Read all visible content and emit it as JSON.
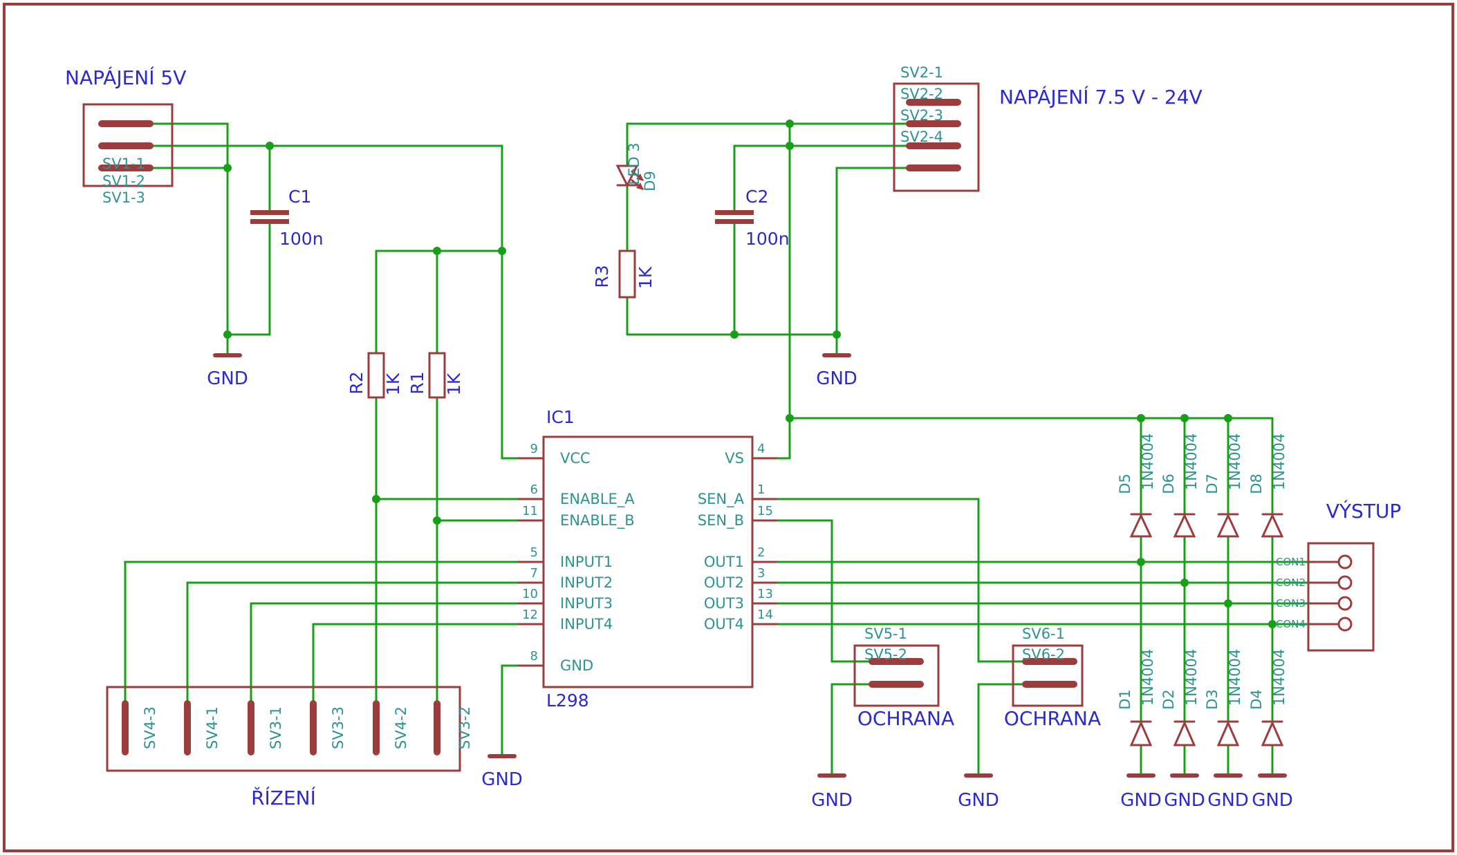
{
  "colors": {
    "symbol_red": "#9d3c3c",
    "wire_green": "#17a017",
    "name_teal": "#2f9292",
    "text_blue": "#2a2ad0",
    "background": "#ffffff"
  },
  "titles": {
    "power_5v": "NAPÁJENÍ 5V",
    "power_24v": "NAPÁJENÍ 7.5 V - 24V",
    "output": "VÝSTUP",
    "control": "ŘÍZENÍ",
    "protection_left": "OCHRANA",
    "protection_right": "OCHRANA"
  },
  "gnd_label": "GND",
  "ic": {
    "name": "IC1",
    "value": "L298",
    "pins_left": [
      {
        "num": "9",
        "name": "VCC"
      },
      {
        "num": "6",
        "name": "ENABLE_A"
      },
      {
        "num": "11",
        "name": "ENABLE_B"
      },
      {
        "num": "5",
        "name": "INPUT1"
      },
      {
        "num": "7",
        "name": "INPUT2"
      },
      {
        "num": "10",
        "name": "INPUT3"
      },
      {
        "num": "12",
        "name": "INPUT4"
      },
      {
        "num": "8",
        "name": "GND"
      }
    ],
    "pins_right": [
      {
        "num": "4",
        "name": "VS"
      },
      {
        "num": "1",
        "name": "SEN_A"
      },
      {
        "num": "15",
        "name": "SEN_B"
      },
      {
        "num": "2",
        "name": "OUT1"
      },
      {
        "num": "3",
        "name": "OUT2"
      },
      {
        "num": "13",
        "name": "OUT3"
      },
      {
        "num": "14",
        "name": "OUT4"
      }
    ]
  },
  "parts": {
    "c1": {
      "name": "C1",
      "value": "100n"
    },
    "c2": {
      "name": "C2",
      "value": "100n"
    },
    "r1": {
      "name": "R1",
      "value": "1K"
    },
    "r2": {
      "name": "R2",
      "value": "1K"
    },
    "r3": {
      "name": "R3",
      "value": "1K"
    },
    "d9": {
      "name": "D9",
      "value": "LED 3"
    }
  },
  "connectors": {
    "sv1_pins": [
      "SV1-1",
      "SV1-2",
      "SV1-3"
    ],
    "sv2_pins": [
      "SV2-1",
      "SV2-2",
      "SV2-3",
      "SV2-4"
    ],
    "sv5_pins": [
      "SV5-1",
      "SV5-2"
    ],
    "sv6_pins": [
      "SV6-1",
      "SV6-2"
    ],
    "control_pins": [
      "SV4-3",
      "SV4-1",
      "SV3-1",
      "SV3-3",
      "SV4-2",
      "SV3-2"
    ],
    "output_pins": [
      "CON1",
      "CON2",
      "CON3",
      "CON4"
    ]
  },
  "diodes": {
    "top": [
      {
        "name": "D5",
        "value": "1N4004"
      },
      {
        "name": "D6",
        "value": "1N4004"
      },
      {
        "name": "D7",
        "value": "1N4004"
      },
      {
        "name": "D8",
        "value": "1N4004"
      }
    ],
    "bottom": [
      {
        "name": "D1",
        "value": "1N4004"
      },
      {
        "name": "D2",
        "value": "1N4004"
      },
      {
        "name": "D3",
        "value": "1N4004"
      },
      {
        "name": "D4",
        "value": "1N4004"
      }
    ]
  }
}
